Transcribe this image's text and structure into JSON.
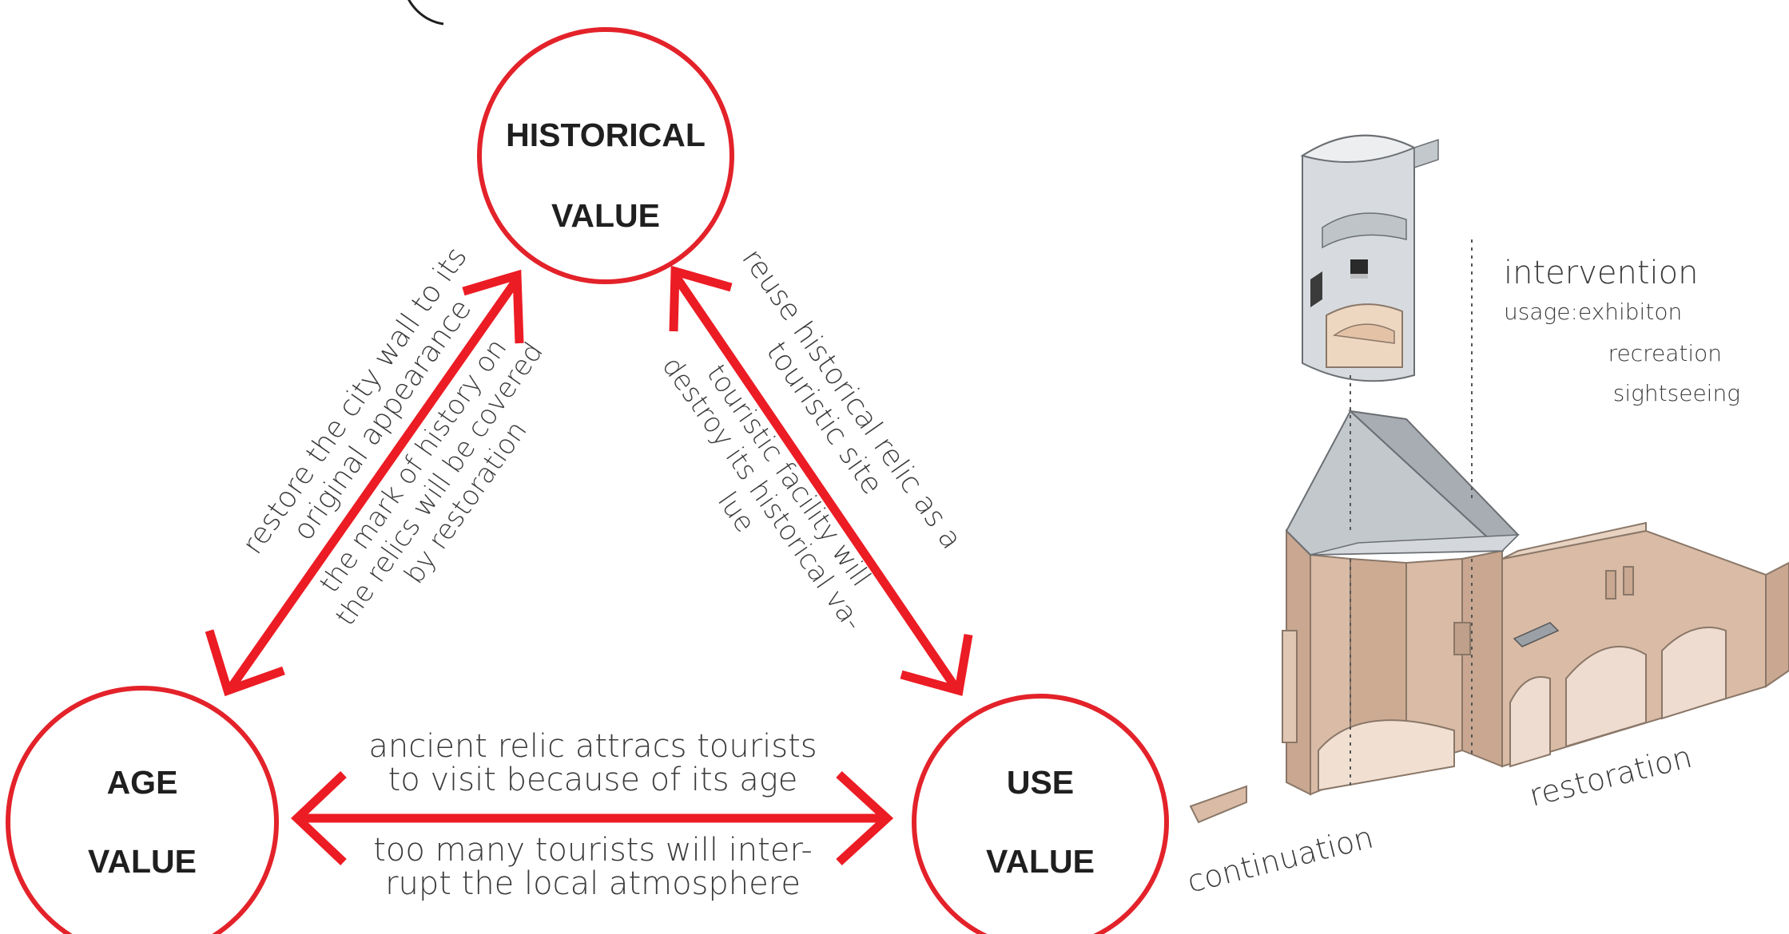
{
  "nodes": {
    "historical": {
      "line1": "HISTORICAL",
      "line2": "VALUE"
    },
    "age": {
      "line1": "AGE",
      "line2": "VALUE"
    },
    "use": {
      "line1": "USE",
      "line2": "VALUE"
    }
  },
  "edges": {
    "left_outer": [
      "restore the city wall to its",
      "original appearance"
    ],
    "left_inner": [
      "the mark of history on",
      "the relics will be covered",
      "by restoration"
    ],
    "right_outer": [
      "reuse historical relic as a",
      "touristic site"
    ],
    "right_inner": [
      "touristic facility will",
      "destroy its historical va-",
      "lue"
    ],
    "bottom_top": [
      "ancient relic attracs tourists",
      "to visit because of its age"
    ],
    "bottom_bottom": [
      "too many tourists will inter-",
      "rupt the local atmosphere"
    ]
  },
  "illustration": {
    "title": "intervention",
    "usage": [
      "usage:exhibiton",
      "recreation",
      "sightseeing"
    ],
    "labels": {
      "restoration": "restoration",
      "continuation": "continuation"
    }
  },
  "colors": {
    "accent_red": "#ec1c24",
    "text_dark": "#1f1f1f",
    "wall_tan": "#d9bba6",
    "roof_grey": "#b9bec4"
  }
}
